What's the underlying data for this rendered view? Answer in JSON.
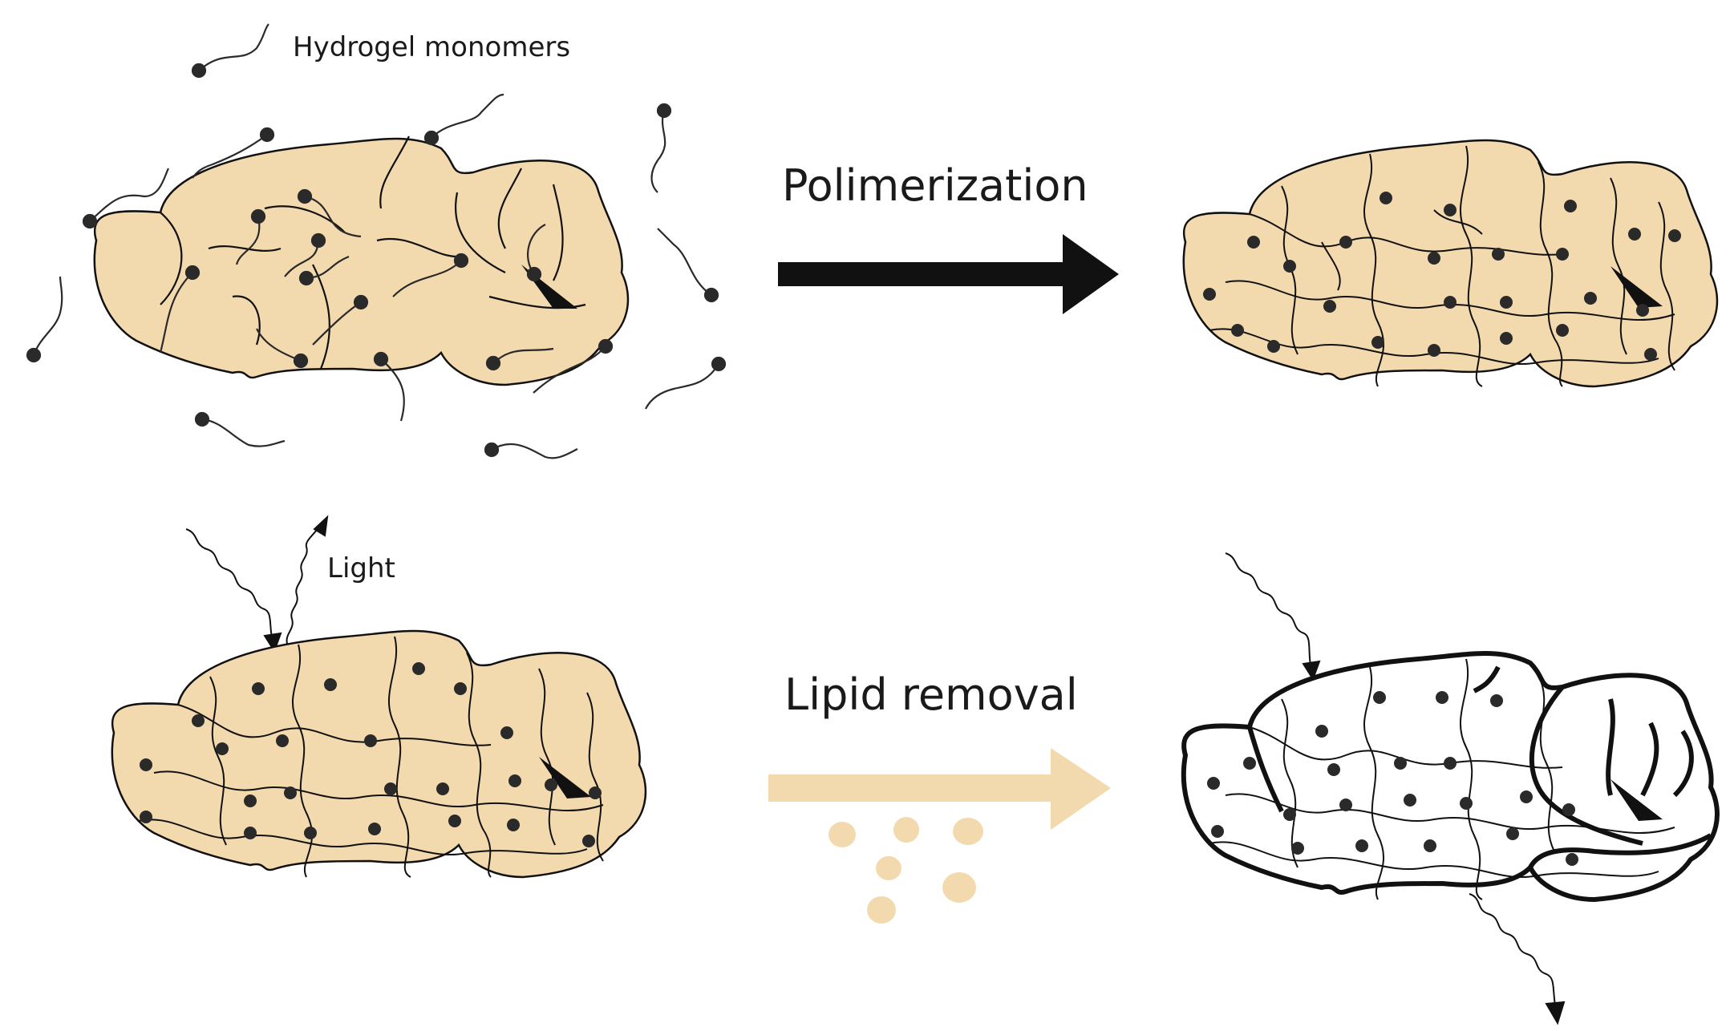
{
  "labels": {
    "hydrogel_monomers": "Hydrogel monomers",
    "polimerization": "Polimerization",
    "light": "Light",
    "lipid_removal": "Lipid removal"
  },
  "colors": {
    "tissue": "#f3d9ae",
    "outline": "#111111",
    "monomer": "#2a2a2a",
    "lipid": "#f3d9ae",
    "cleared": "#ffffff"
  },
  "stages": [
    {
      "name": "monomer-infused-brain",
      "polymerized": false,
      "cleared": false
    },
    {
      "name": "polymerized-brain",
      "polymerized": true,
      "cleared": false
    },
    {
      "name": "opaque-brain-light-reflected",
      "polymerized": true,
      "cleared": false
    },
    {
      "name": "cleared-brain-light-transmitted",
      "polymerized": true,
      "cleared": true
    }
  ]
}
